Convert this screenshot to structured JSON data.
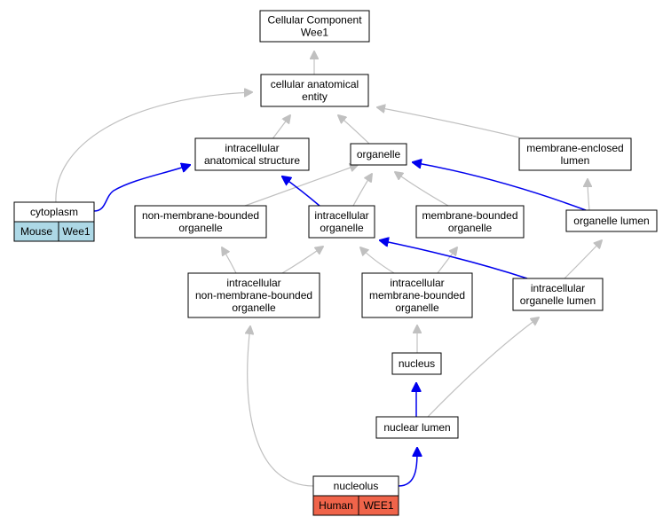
{
  "colors": {
    "edge_is_a": "#c0c0c0",
    "edge_part_of": "#0000ee",
    "mouse_cell": "#add8e6",
    "human_cell": "#f0644a"
  },
  "nodes": {
    "root": [
      "Cellular Component",
      "Wee1"
    ],
    "cae": [
      "cellular anatomical",
      "entity"
    ],
    "ias": [
      "intracellular",
      "anatomical structure"
    ],
    "organelle": [
      "organelle"
    ],
    "mel": [
      "membrane-enclosed",
      "lumen"
    ],
    "cytoplasm": [
      "cytoplasm"
    ],
    "nmbo": [
      "non-membrane-bounded",
      "organelle"
    ],
    "io": [
      "intracellular",
      "organelle"
    ],
    "mbo": [
      "membrane-bounded",
      "organelle"
    ],
    "ol": [
      "organelle lumen"
    ],
    "inmbo": [
      "intracellular",
      "non-membrane-bounded",
      "organelle"
    ],
    "imbo": [
      "intracellular",
      "membrane-bounded",
      "organelle"
    ],
    "iol": [
      "intracellular",
      "organelle lumen"
    ],
    "nucleus": [
      "nucleus"
    ],
    "nl": [
      "nuclear lumen"
    ],
    "nucleolus": [
      "nucleolus"
    ]
  },
  "annotations": {
    "cytoplasm": [
      "Mouse",
      "Wee1"
    ],
    "nucleolus": [
      "Human",
      "WEE1"
    ]
  }
}
